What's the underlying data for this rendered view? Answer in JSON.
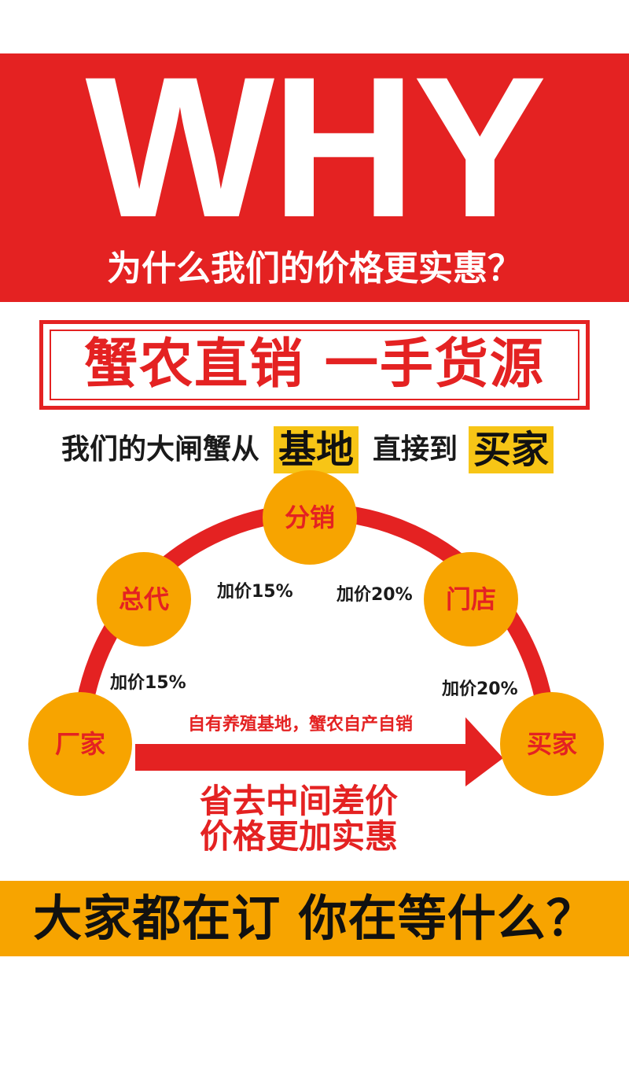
{
  "header": {
    "big_title": "WHY",
    "subtitle": "为什么我们的价格更实惠？"
  },
  "slogan": {
    "text": "蟹农直销 一手货源"
  },
  "path_line": {
    "part1": "我们的大闸蟹从",
    "highlight1": "基地",
    "part2": "直接到",
    "highlight2": "买家"
  },
  "nodes": {
    "manufacturer": "厂家",
    "general_agent": "总代",
    "distribution": "分销",
    "store": "门店",
    "buyer": "买家"
  },
  "markups": {
    "manufacturer_to_agent": "加价15%",
    "agent_to_distribution": "加价15%",
    "distribution_to_store": "加价20%",
    "store_to_buyer": "加价20%"
  },
  "direct": {
    "arrow_caption": "自有养殖基地，蟹农自产自销",
    "line1": "省去中间差价",
    "line2": "价格更加实惠"
  },
  "footer": {
    "cta": "大家都在订 你在等什么？"
  },
  "colors": {
    "brand_red": "#e42222",
    "node_orange": "#f7a400",
    "highlight_yellow": "#f7c516"
  }
}
